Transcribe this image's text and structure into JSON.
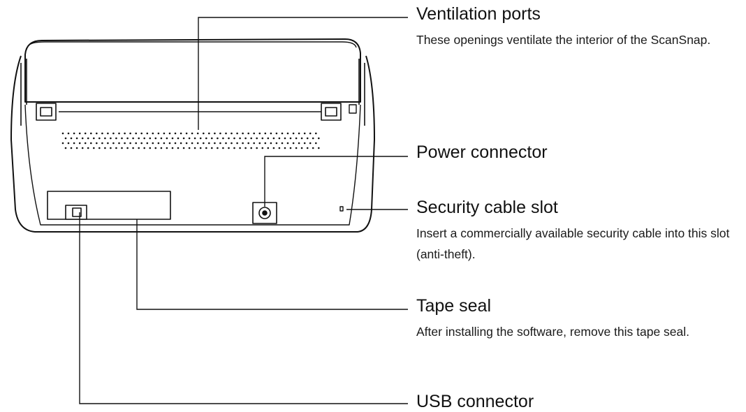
{
  "callouts": {
    "ventilation_ports": {
      "title": "Ventilation ports",
      "description": "These openings ventilate the interior of the ScanSnap."
    },
    "power_connector": {
      "title": "Power connector"
    },
    "security_cable_slot": {
      "title": "Security cable slot",
      "description": "Insert a commercially available security cable into this slot (anti-theft)."
    },
    "tape_seal": {
      "title": "Tape seal",
      "description": "After installing the software, remove this tape seal."
    },
    "usb_connector": {
      "title": "USB connector"
    }
  }
}
